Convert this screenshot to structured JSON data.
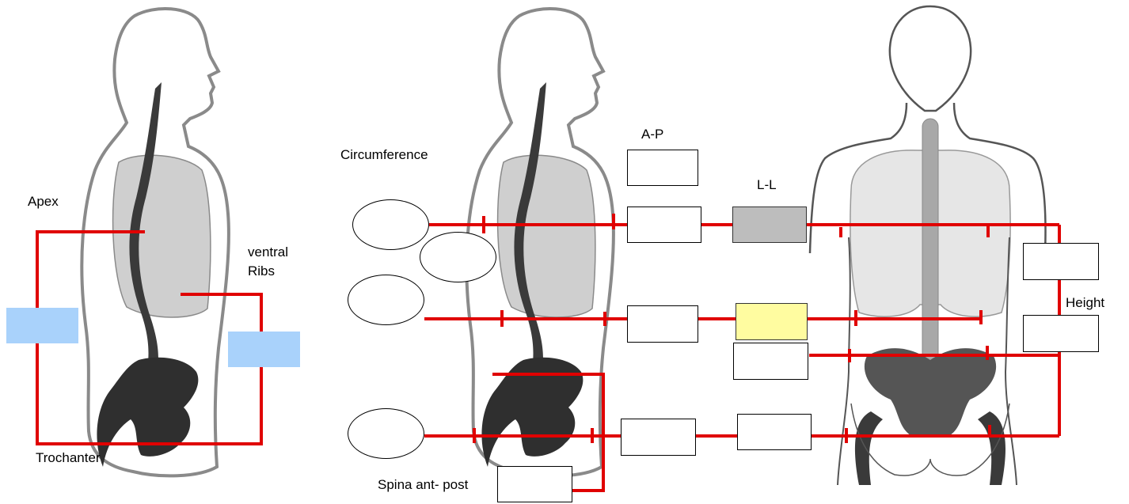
{
  "labels": {
    "apex": "Apex",
    "ventral_ribs": [
      "ventral",
      "Ribs"
    ],
    "trochanter": "Trochanter",
    "circumference": "Circumference",
    "ap": "A-P",
    "ll": "L-L",
    "height": "Height",
    "spina": "Spina ant- post"
  },
  "colors": {
    "measure_line": "#e00000",
    "lung": "#cfcfcf",
    "lung_front": "#e6e6e6",
    "spine": "#3a3a3a",
    "pelvis": "#2f2f2f",
    "body_outline": "#8a8a8a",
    "highlight_box": "#fffca0",
    "filled_box": "#bdbdbd",
    "marker_box": "#a9d2fb"
  }
}
